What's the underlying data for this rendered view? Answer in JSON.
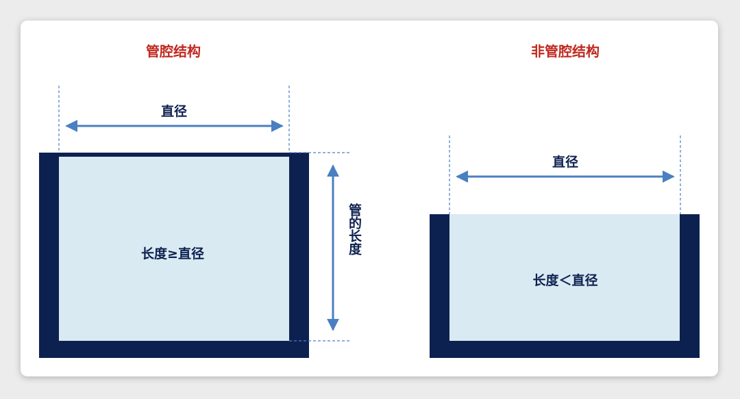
{
  "colors": {
    "wall": "#0d2150",
    "lumen": "#daeaf2",
    "arrow": "#4a7fc1",
    "title": "#c0281e",
    "label": "#0d2150"
  },
  "left": {
    "title": "管腔结构",
    "diameter_label": "直径",
    "length_label": "管的长度",
    "inner_label": "长度≥直径"
  },
  "right": {
    "title": "非管腔结构",
    "diameter_label": "直径",
    "inner_label": "长度＜直径"
  }
}
